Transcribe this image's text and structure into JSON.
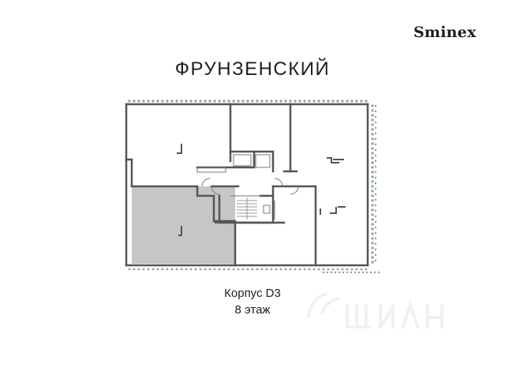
{
  "header": {
    "brand": "Sminex",
    "complex_name": "ФРУНЗЕНСКИЙ"
  },
  "plan": {
    "highlighted_unit": "southwest apartment",
    "highlight_color": "#c6c6c6",
    "wall_color": "#555555",
    "tree_color": "#8aa19a"
  },
  "caption": {
    "building": "Корпус D3",
    "floor": "8 этаж"
  },
  "watermark": {
    "icon": "cian-logo-icon"
  }
}
